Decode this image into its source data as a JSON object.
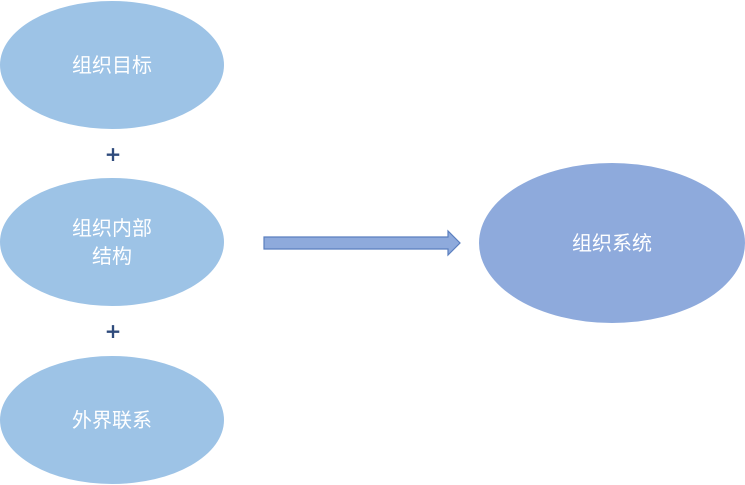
{
  "diagram": {
    "nodes": [
      {
        "id": "goal",
        "label": "组织目标"
      },
      {
        "id": "structure",
        "label": "组织内部\n结构"
      },
      {
        "id": "external",
        "label": "外界联系"
      },
      {
        "id": "system",
        "label": "组织系统"
      }
    ],
    "operators": [
      "+",
      "+"
    ],
    "colors": {
      "left_nodes": "#9dc3e6",
      "result_node": "#8eaadc",
      "arrow_fill": "#8eaadc",
      "arrow_stroke": "#5b7fbf",
      "plus": "#2f4b7c"
    }
  }
}
